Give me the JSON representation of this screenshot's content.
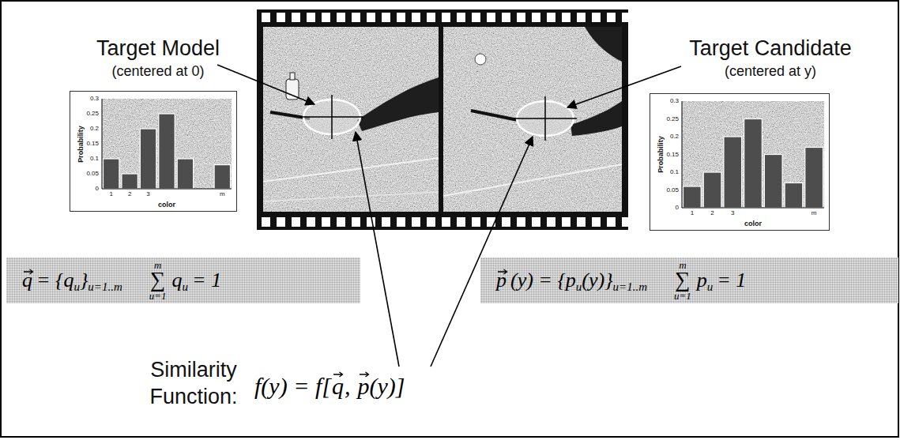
{
  "diagram": {
    "nodes": [
      {
        "text": [
          "Probability",
          "color",
          "0.3",
          "0.25",
          "0.2",
          "0.15",
          "0.1",
          "0.05",
          "0",
          "1",
          "2",
          "3",
          "m"
        ]
      },
      {
        "text": [
          "Probability",
          "color",
          "0.3",
          "0.25",
          "0.2",
          "0.15",
          "0.1",
          "0.05",
          "0",
          "1",
          "2",
          "3",
          "m"
        ]
      },
      {
        "text": [
          "q",
          "= {q",
          "u",
          "}",
          "u=1..m",
          "m",
          "∑",
          "u=1",
          "q",
          "u",
          "= 1"
        ]
      },
      {
        "text": [
          "p",
          "(y) = {p",
          "u",
          "(y)}",
          "u=1..m",
          "m",
          "∑",
          "u=1",
          "p",
          "u",
          "= 1"
        ]
      }
    ],
    "labels": [
      "Target Model",
      "(centered at 0)",
      "Target Candidate",
      "(centered at y)",
      "Similarity Function:",
      "f(y) = f[",
      "q",
      ",",
      "p",
      "(y)]"
    ]
  }
}
